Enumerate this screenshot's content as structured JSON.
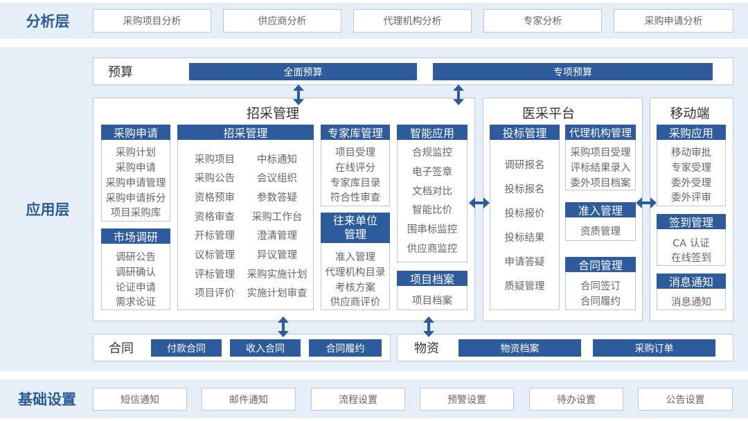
{
  "analysis": {
    "label": "分析层",
    "items": [
      "采购项目分析",
      "供应商分析",
      "代理机构分析",
      "专家分析",
      "采购申请分析"
    ]
  },
  "application": {
    "label": "应用层",
    "budget": {
      "title": "预算",
      "bars": [
        "全面预算",
        "专项预算"
      ]
    },
    "procurement": {
      "title": "招采管理",
      "purchase_request": {
        "title": "采购申请",
        "items": [
          "采购计划",
          "采购申请",
          "采购申请管理",
          "采购申请拆分",
          "项目采购库"
        ]
      },
      "market_research": {
        "title": "市场调研",
        "items": [
          "调研公告",
          "调研确认",
          "论证申请",
          "需求论证"
        ]
      },
      "tender_mgmt": {
        "title": "招采管理",
        "left": [
          "采购项目",
          "采购公告",
          "资格预审",
          "资格审查",
          "开标管理",
          "议标管理",
          "评标管理",
          "项目评价"
        ],
        "right": [
          "中标通知",
          "会议组织",
          "参数答疑",
          "采购工作台",
          "澄清管理",
          "异议管理",
          "采购实施计划",
          "实施计划审查"
        ]
      },
      "expert_lib": {
        "title": "专家库管理",
        "items": [
          "项目受理",
          "在线评分",
          "专家库目录",
          "符合性审查"
        ]
      },
      "counterparty": {
        "title_line1": "往来单位",
        "title_line2": "管理",
        "items": [
          "准入管理",
          "代理机构目录",
          "考核方案",
          "供应商评价"
        ]
      },
      "smart_apps": {
        "title": "智能应用",
        "items": [
          "合规监控",
          "电子签章",
          "文档对比",
          "智能比价",
          "围串标监控",
          "供应商监控"
        ]
      },
      "project_archive": {
        "title": "项目档案",
        "items": [
          "项目档案"
        ]
      }
    },
    "medical": {
      "title": "医采平台",
      "bid_mgmt": {
        "title": "投标管理",
        "items": [
          "调研报名",
          "投标报名",
          "投标报价",
          "投标结果",
          "申请答疑",
          "质疑管理"
        ]
      },
      "agency_mgmt": {
        "title": "代理机构管理",
        "items": [
          "采购项目受理",
          "评标结果录入",
          "委外项目档案"
        ]
      },
      "access_mgmt": {
        "title": "准入管理",
        "items": [
          "资质管理"
        ]
      },
      "contract_mgmt": {
        "title": "合同管理",
        "items": [
          "合同签订",
          "合同履约"
        ]
      }
    },
    "mobile": {
      "title": "移动端",
      "purchase_app": {
        "title": "采购应用",
        "items": [
          "移动审批",
          "专家受理",
          "委外受理",
          "委外评审"
        ]
      },
      "signin_mgmt": {
        "title": "签到管理",
        "items": [
          "CA 认证",
          "在线签到"
        ]
      },
      "message": {
        "title": "消息通知",
        "items": [
          "消息通知"
        ]
      }
    },
    "contract": {
      "title": "合同",
      "bars": [
        "付款合同",
        "收入合同",
        "合同履约"
      ]
    },
    "materials": {
      "title": "物资",
      "bars": [
        "物资档案",
        "采购订单"
      ]
    }
  },
  "foundation": {
    "label": "基础设置",
    "items": [
      "短信通知",
      "邮件通知",
      "流程设置",
      "预警设置",
      "待办设置",
      "公告设置"
    ]
  },
  "colors": {
    "band": "#e6eef7",
    "header": "#2d5b9b",
    "border": "#b8c7d9",
    "layer_label": "#2a5a96"
  }
}
